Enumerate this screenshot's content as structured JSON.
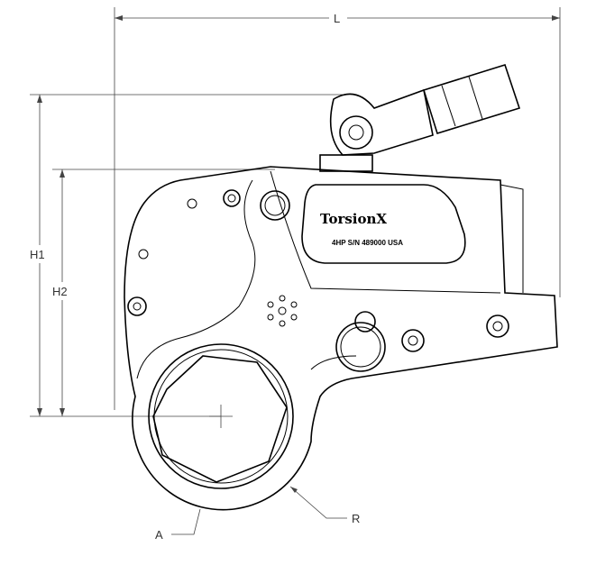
{
  "drawing": {
    "dimensions": {
      "length": "L",
      "height1": "H1",
      "height2": "H2",
      "a": "A",
      "radius": "R"
    },
    "nameplate": {
      "brand": "TorsionX",
      "serial_line": "4HP S/N 489000   USA"
    }
  }
}
